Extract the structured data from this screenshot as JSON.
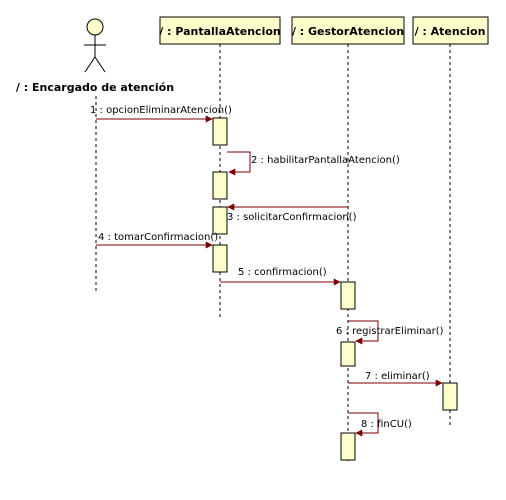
{
  "actor": {
    "label": "/ : Encargado de atención"
  },
  "lifelines": [
    {
      "id": "pantalla",
      "label": "/ : PantallaAtencion"
    },
    {
      "id": "gestor",
      "label": "/ : GestorAtencion"
    },
    {
      "id": "atencion",
      "label": "/ : Atencion"
    }
  ],
  "messages": [
    {
      "label": "1 : opcionEliminarAtencion()"
    },
    {
      "label": "2 : habilitarPantallaAtencion()"
    },
    {
      "label": "3 : solicitarConfirmacion()"
    },
    {
      "label": "4 : tomarConfirmacion()"
    },
    {
      "label": "5 : confirmacion()"
    },
    {
      "label": "6 : registrarEliminar()"
    },
    {
      "label": "7 : eliminar()"
    },
    {
      "label": "8 : finCU()"
    }
  ],
  "colors": {
    "box_fill": "#ffffcc",
    "box_border": "#000000",
    "arrow": "#7a0000",
    "lifeline": "#000000"
  }
}
